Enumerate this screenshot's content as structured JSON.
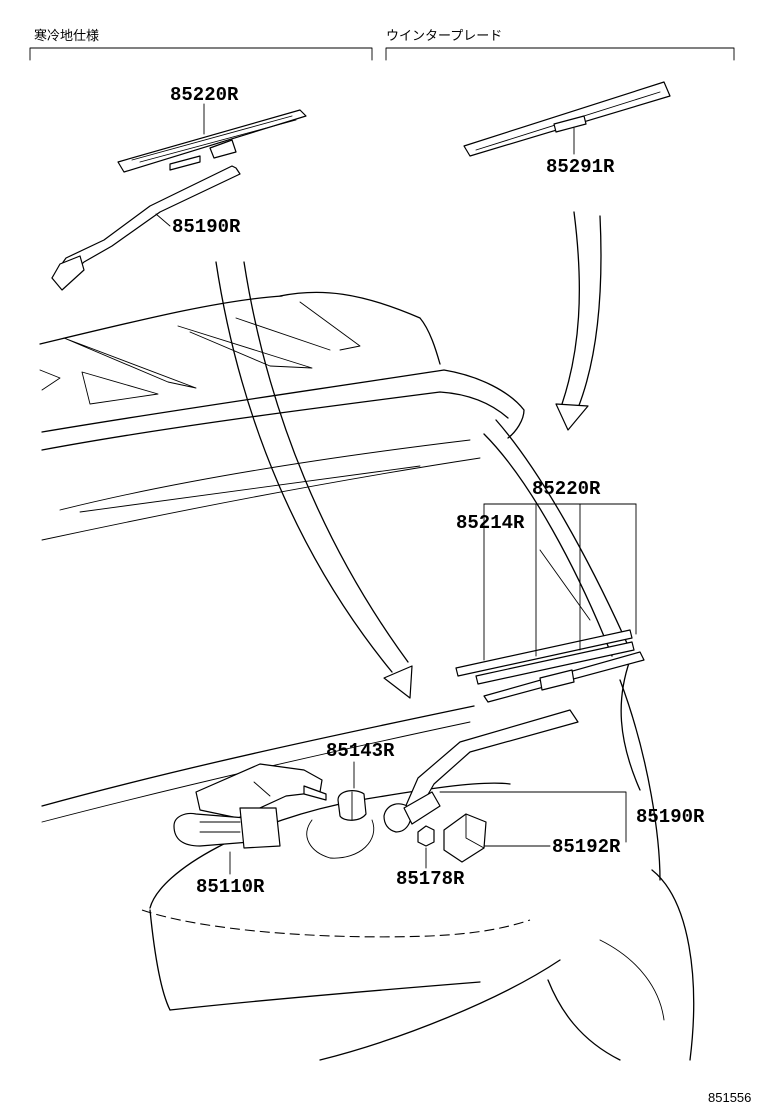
{
  "sections": {
    "left_heading": "寒冷地仕様",
    "right_heading": "ウインタープレード"
  },
  "labels": {
    "p85220R_top": "85220R",
    "p85190R_top": "85190R",
    "p85291R": "85291R",
    "p85220R_mid": "85220R",
    "p85214R": "85214R",
    "p85143R": "85143R",
    "p85190R_right": "85190R",
    "p85192R": "85192R",
    "p85110R": "85110R",
    "p85178R": "85178R"
  },
  "figure_number": "851556"
}
